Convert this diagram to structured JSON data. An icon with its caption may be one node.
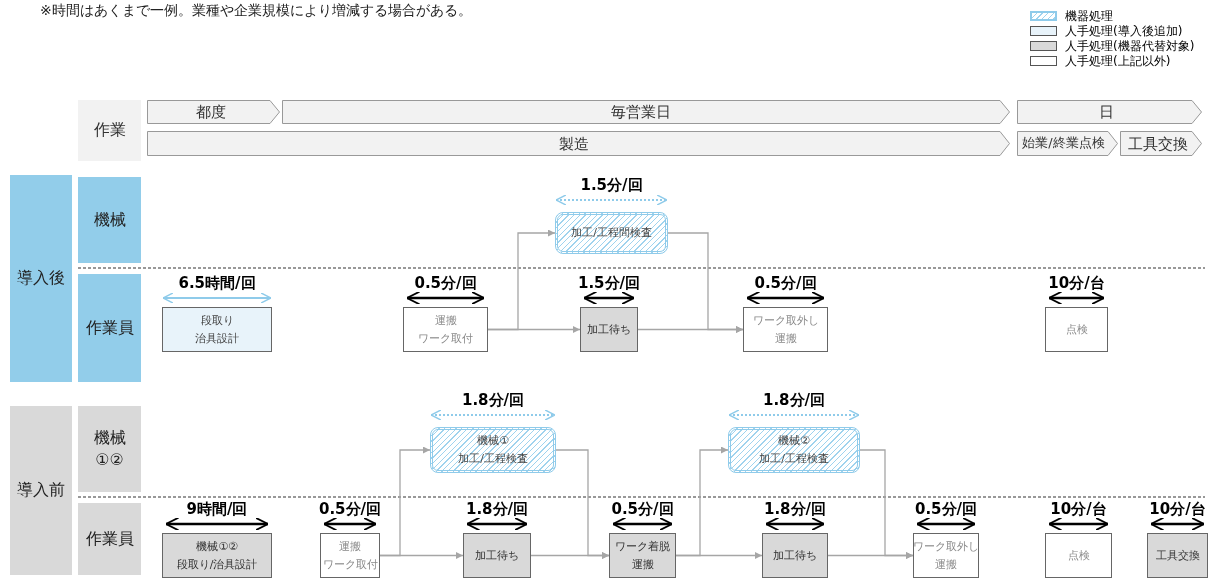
{
  "diagram": {
    "nodes": [
      {
        "text": [
          "作業"
        ]
      },
      {
        "text": [
          "都度"
        ]
      },
      {
        "text": [
          "毎営業日"
        ]
      },
      {
        "text": [
          "日"
        ]
      },
      {
        "text": [
          "製造"
        ]
      },
      {
        "text": [
          "始業/終業点検"
        ]
      },
      {
        "text": [
          "工具交換"
        ]
      },
      {
        "text": [
          "導入後"
        ]
      },
      {
        "text": [
          "機械"
        ]
      },
      {
        "text": [
          "作業員"
        ]
      },
      {
        "text": [
          "加工/工程間検査"
        ],
        "beside": [
          "1.5分/回"
        ]
      },
      {
        "text": [
          "段取り治具設計"
        ],
        "beside": [
          "6.5時間/回"
        ]
      },
      {
        "text": [
          "運搬ワーク取付"
        ],
        "beside": [
          "0.5分/回"
        ]
      },
      {
        "text": [
          "加工待ち"
        ],
        "beside": [
          "1.5分/回"
        ]
      },
      {
        "text": [
          "ワーク取外し運搬"
        ],
        "beside": [
          "0.5分/回"
        ]
      },
      {
        "text": [
          "点検"
        ],
        "beside": [
          "10分/台"
        ]
      },
      {
        "text": [
          "導入前"
        ]
      },
      {
        "text": [
          "機械①②"
        ]
      },
      {
        "text": [
          "作業員"
        ]
      },
      {
        "text": [
          "機械①加工/工程検査"
        ],
        "beside": [
          "1.8分/回"
        ]
      },
      {
        "text": [
          "機械①②段取り/治具設計"
        ],
        "beside": [
          "9時間/回"
        ]
      },
      {
        "text": [
          "運搬ワーク取付"
        ],
        "beside": [
          "0.5分/回"
        ]
      },
      {
        "text": [
          "加工待ち"
        ],
        "beside": [
          "1.8分/回"
        ]
      },
      {
        "text": [
          "ワーク着脱運搬"
        ],
        "beside": [
          "0.5分/回"
        ]
      },
      {
        "text": [
          "機械②加工/工程検査"
        ],
        "beside": [
          "1.8分/回"
        ]
      },
      {
        "text": [
          "加工待ち"
        ],
        "beside": [
          "1.8分/回"
        ]
      },
      {
        "text": [
          "ワーク取外し運搬"
        ],
        "beside": [
          "0.5分/回"
        ]
      },
      {
        "text": [
          "点検"
        ],
        "beside": [
          "10分/台"
        ]
      },
      {
        "text": [
          "工具交換"
        ],
        "beside": [
          "10分/台"
        ]
      }
    ],
    "edges": [
      {
        "from": 12,
        "to": 13,
        "arrow": "to"
      },
      {
        "from": 12,
        "to": 10,
        "arrow": "to"
      },
      {
        "from": 10,
        "to": 14,
        "arrow": "to"
      },
      {
        "from": 13,
        "to": 14,
        "arrow": "to"
      },
      {
        "from": 21,
        "to": 22,
        "arrow": "to"
      },
      {
        "from": 21,
        "to": 19,
        "arrow": "to"
      },
      {
        "from": 19,
        "to": 23,
        "arrow": "to"
      },
      {
        "from": 22,
        "to": 23,
        "arrow": "to"
      },
      {
        "from": 23,
        "to": 25,
        "arrow": "to"
      },
      {
        "from": 23,
        "to": 24,
        "arrow": "to"
      },
      {
        "from": 24,
        "to": 26,
        "arrow": "to"
      },
      {
        "from": 25,
        "to": 26,
        "arrow": "to"
      }
    ],
    "labels": [
      "※時間はあくまで一例。業種や企業規模により増減する場合がある。"
    ],
    "legend": [
      {
        "text": "機器処理"
      },
      {
        "text": "人手処理(導入後追加)",
        "color": "#e8f3fa"
      },
      {
        "text": "人手処理(機器代替対象)",
        "color": "#d9d9d9"
      },
      {
        "text": "人手処理(上記以外)",
        "color": "#ffffff"
      }
    ]
  }
}
